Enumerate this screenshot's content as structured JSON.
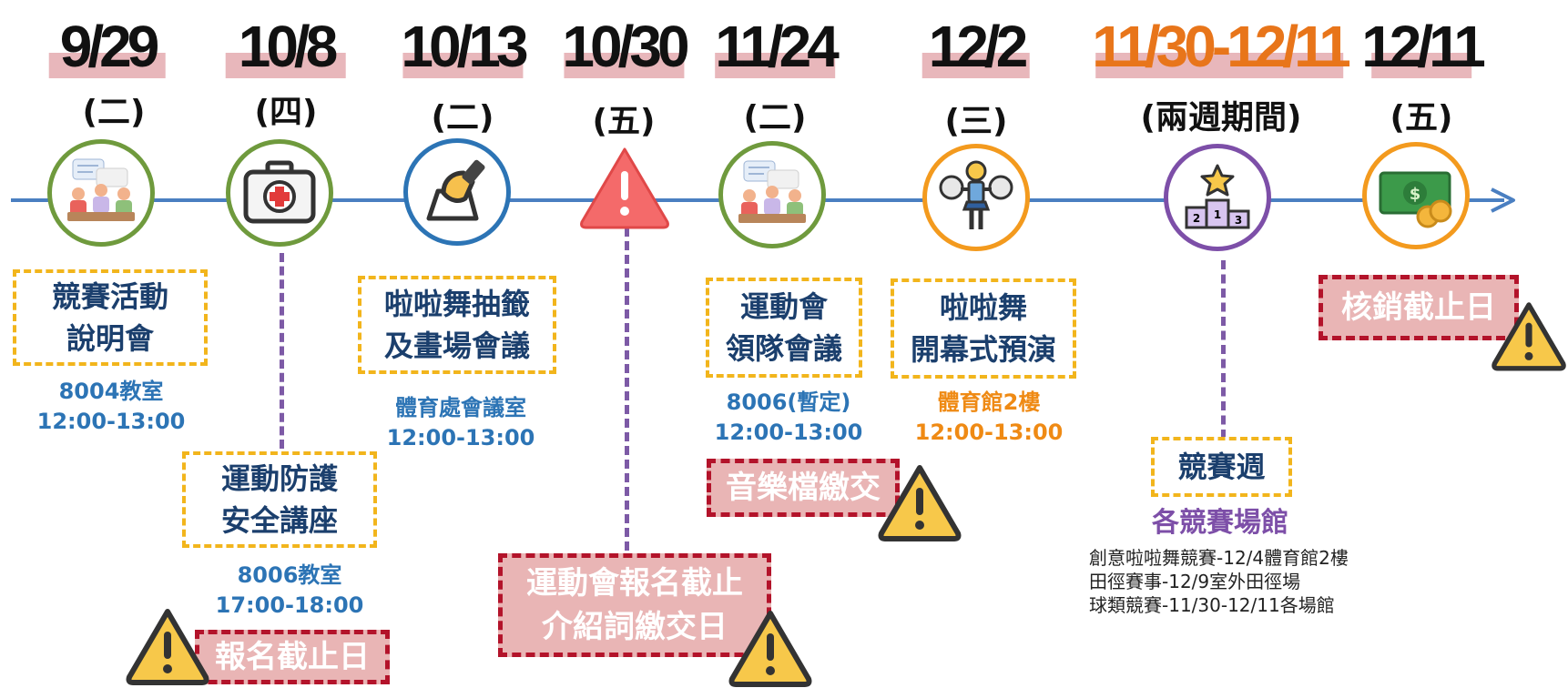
{
  "milestones": [
    {
      "date": "9/29",
      "weekday": "(二)",
      "box": [
        "競賽活動",
        "說明會"
      ],
      "info": [
        "8004教室",
        "12:00-13:00"
      ]
    },
    {
      "date": "10/8",
      "weekday": "(四)",
      "box": [
        "運動防護",
        "安全講座"
      ],
      "info": [
        "8006教室",
        "17:00-18:00"
      ],
      "alert": "報名截止日"
    },
    {
      "date": "10/13",
      "weekday": "(二)",
      "box": [
        "啦啦舞抽籤",
        "及畫場會議"
      ],
      "info": [
        "體育處會議室",
        "12:00-13:00"
      ]
    },
    {
      "date": "10/30",
      "weekday": "(五)",
      "alert": [
        "運動會報名截止",
        "介紹詞繳交日"
      ]
    },
    {
      "date": "11/24",
      "weekday": "(二)",
      "box": [
        "運動會",
        "領隊會議"
      ],
      "info": [
        "8006(暫定)",
        "12:00-13:00"
      ],
      "alert": "音樂檔繳交"
    },
    {
      "date": "12/2",
      "weekday": "(三)",
      "box": [
        "啦啦舞",
        "開幕式預演"
      ],
      "info": [
        "體育館2樓",
        "12:00-13:00"
      ]
    },
    {
      "date": "11/30-12/11",
      "weekday": "(兩週期間)",
      "box": [
        "競賽週"
      ],
      "subtitle": "各競賽場館",
      "details": [
        "創意啦啦舞競賽-12/4體育館2樓",
        "田徑賽事-12/9室外田徑場",
        "球類競賽-11/30-12/11各場館"
      ]
    },
    {
      "date": "12/11",
      "weekday": "(五)",
      "alert": "核銷截止日"
    }
  ],
  "colors": {
    "timeline": "#4a7fc1",
    "green": "#6f9a3d",
    "blue": "#2c74b5",
    "orange": "#f39a1e",
    "purple": "#7d4fa8",
    "accent_date": "#e8751a",
    "dash_box": "#f2b51c",
    "alert_bg": "#e9b5b5",
    "alert_border": "#b3132a"
  },
  "icons": [
    "meeting-icon",
    "first-aid-kit-icon",
    "ballot-box-icon",
    "warning-icon",
    "meeting-icon",
    "cheerleader-icon",
    "podium-icon",
    "money-icon"
  ]
}
